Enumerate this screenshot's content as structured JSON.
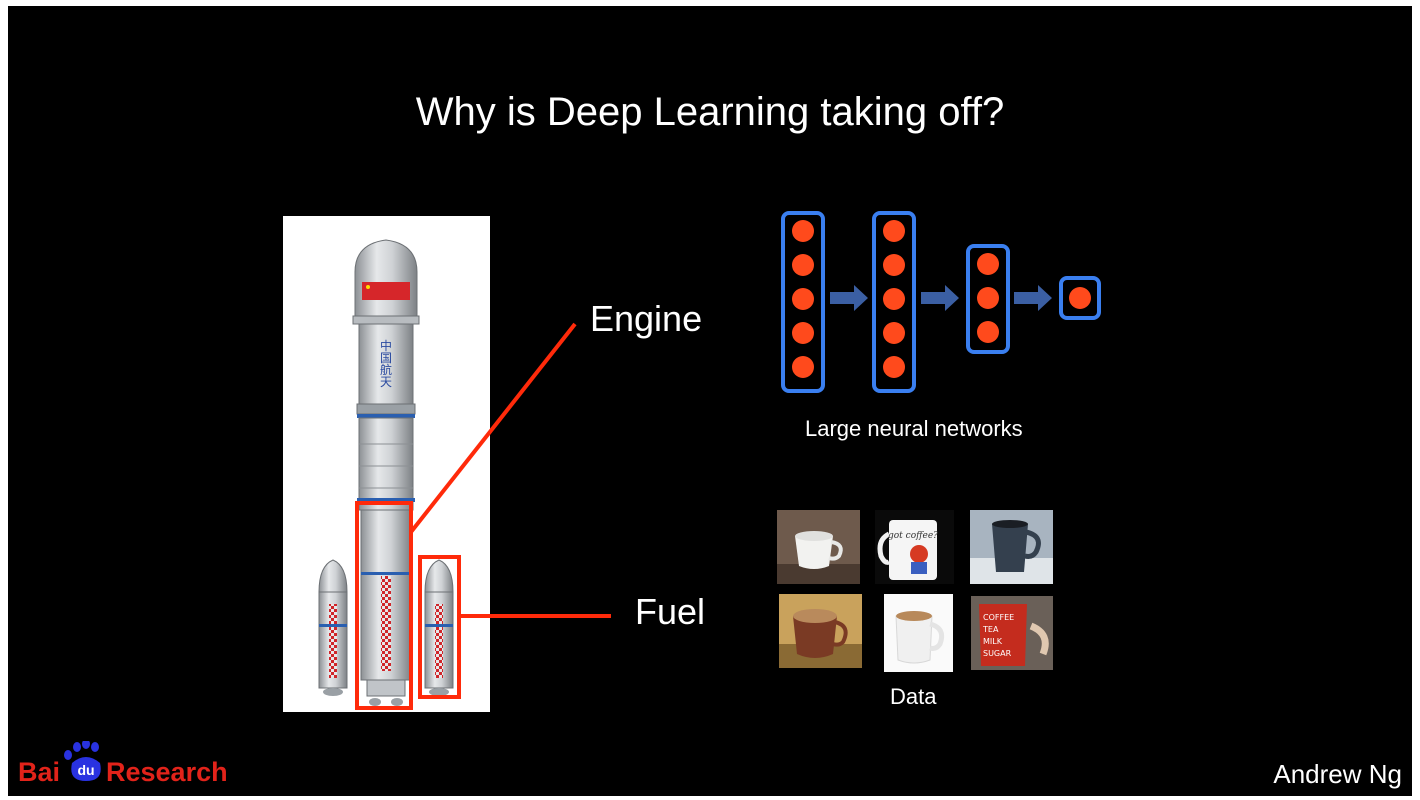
{
  "slide": {
    "title": "Why is Deep Learning taking off?",
    "engine_label": "Engine",
    "fuel_label": "Fuel",
    "network_caption": "Large neural networks",
    "data_caption": "Data",
    "author": "Andrew Ng"
  },
  "logo": {
    "brand": "Bai",
    "badge": "du",
    "suffix": "Research"
  },
  "rocket": {
    "body_text": [
      "中",
      "国",
      "航",
      "天"
    ]
  },
  "mugs": [
    {
      "icon": "white-cup-photo"
    },
    {
      "icon": "got-coffee-mug-photo",
      "text": "got coffee?"
    },
    {
      "icon": "dark-mug-photo"
    },
    {
      "icon": "tea-cup-photo"
    },
    {
      "icon": "white-mug-photo"
    },
    {
      "icon": "checklist-mug-photo",
      "lines": [
        "COFFEE",
        "TEA",
        "MILK",
        "SUGAR"
      ]
    }
  ],
  "network": {
    "layers": [
      5,
      5,
      3,
      1
    ]
  },
  "colors": {
    "background": "#000000",
    "text": "#ffffff",
    "highlight_red": "#ff2a0a",
    "neuron_orange": "#ff4a1c",
    "layer_blue": "#3a7ff0",
    "arrow_blue": "#3b5fa3",
    "baidu_red": "#e2231a",
    "baidu_blue": "#2932e1"
  }
}
